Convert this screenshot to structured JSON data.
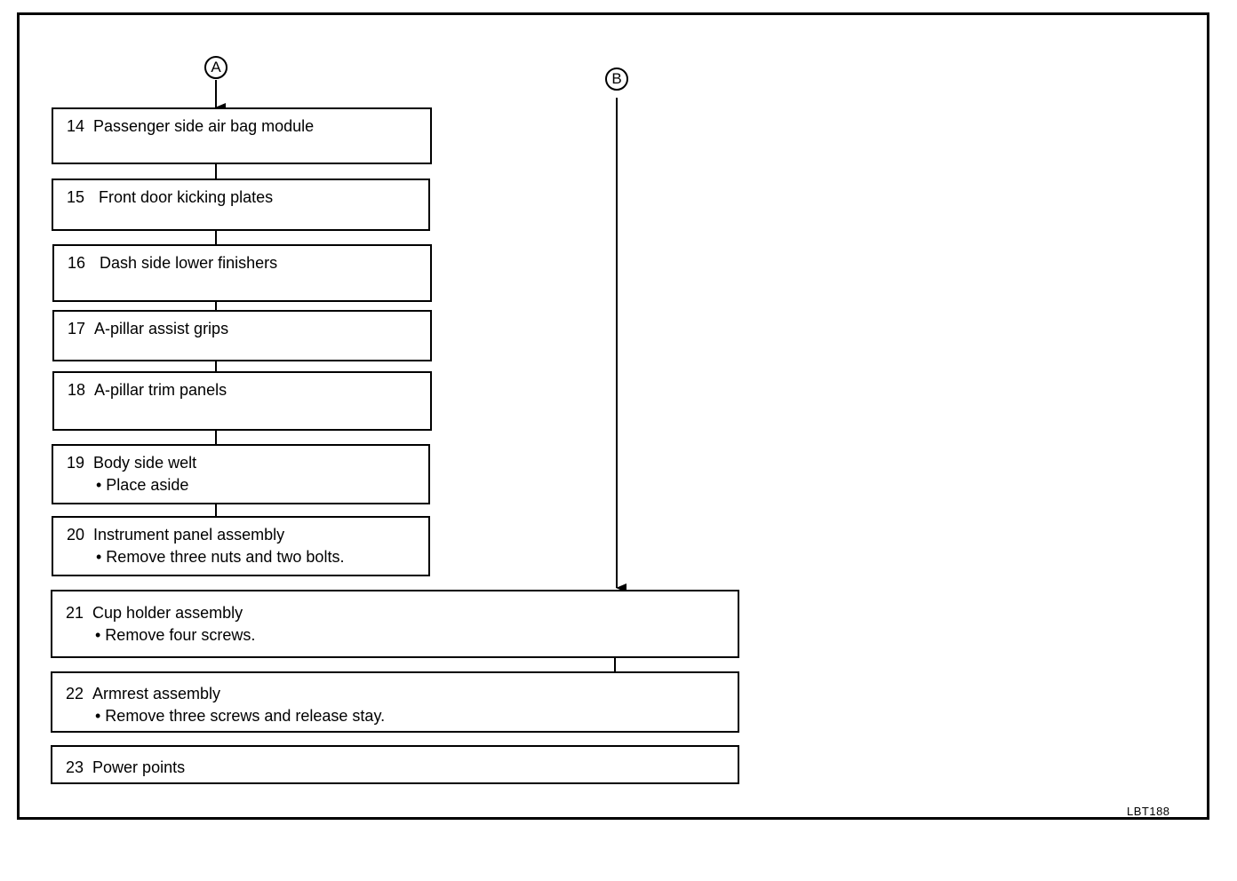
{
  "connectors": {
    "a": "A",
    "b": "B"
  },
  "steps": [
    {
      "num": "14",
      "title": "Passenger side air bag module",
      "note": ""
    },
    {
      "num": "15",
      "title": "Front door kicking plates",
      "note": ""
    },
    {
      "num": "16",
      "title": "Dash side lower finishers",
      "note": ""
    },
    {
      "num": "17",
      "title": "A-pillar assist grips",
      "note": ""
    },
    {
      "num": "18",
      "title": "A-pillar trim panels",
      "note": ""
    },
    {
      "num": "19",
      "title": "Body side welt",
      "note": "• Place aside"
    },
    {
      "num": "20",
      "title": "Instrument panel assembly",
      "note": "• Remove three nuts and two bolts."
    },
    {
      "num": "21",
      "title": "Cup holder assembly",
      "note": "• Remove four screws."
    },
    {
      "num": "22",
      "title": "Armrest assembly",
      "note": "• Remove three screws and release stay."
    },
    {
      "num": "23",
      "title": "Power points",
      "note": ""
    }
  ],
  "figure_code": "LBT188"
}
